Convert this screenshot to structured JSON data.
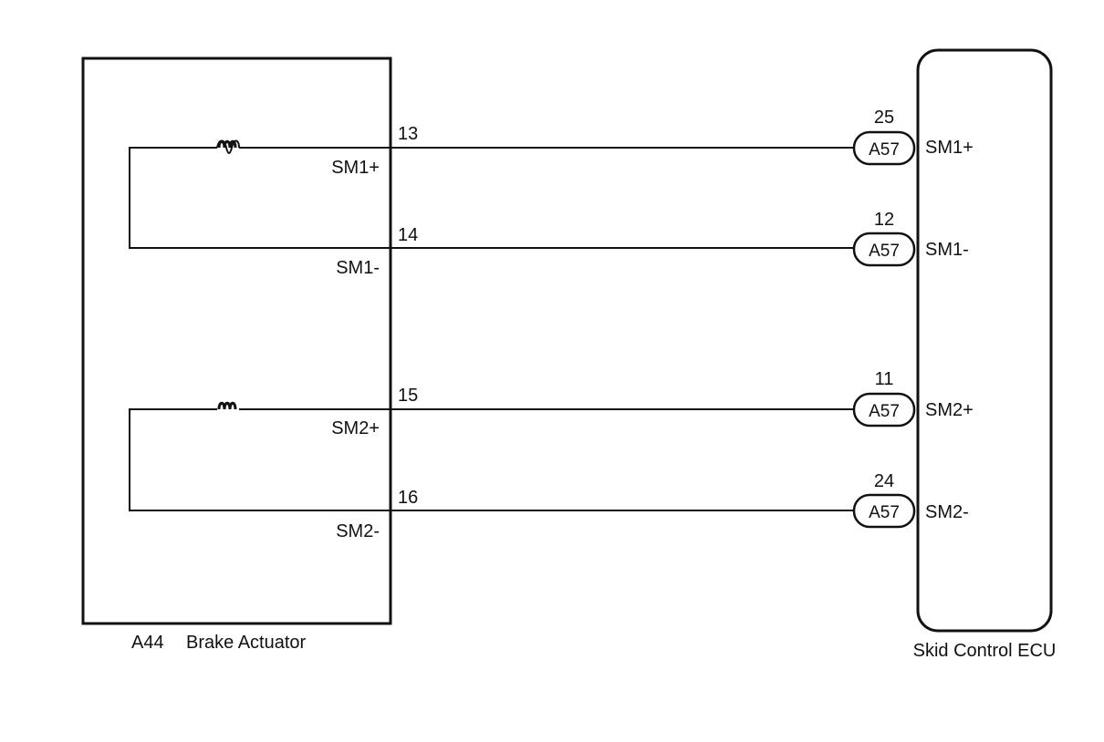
{
  "components": {
    "actuator": {
      "code": "A44",
      "name": "Brake Actuator"
    },
    "ecu": {
      "name": "Skid Control ECU"
    }
  },
  "circuits": [
    {
      "actuator_pin": "13",
      "actuator_label": "SM1+",
      "connector": "A57",
      "ecu_pin": "25",
      "ecu_label": "SM1+"
    },
    {
      "actuator_pin": "14",
      "actuator_label": "SM1-",
      "connector": "A57",
      "ecu_pin": "12",
      "ecu_label": "SM1-"
    },
    {
      "actuator_pin": "15",
      "actuator_label": "SM2+",
      "connector": "A57",
      "ecu_pin": "11",
      "ecu_label": "SM2+"
    },
    {
      "actuator_pin": "16",
      "actuator_label": "SM2-",
      "connector": "A57",
      "ecu_pin": "24",
      "ecu_label": "SM2-"
    }
  ]
}
